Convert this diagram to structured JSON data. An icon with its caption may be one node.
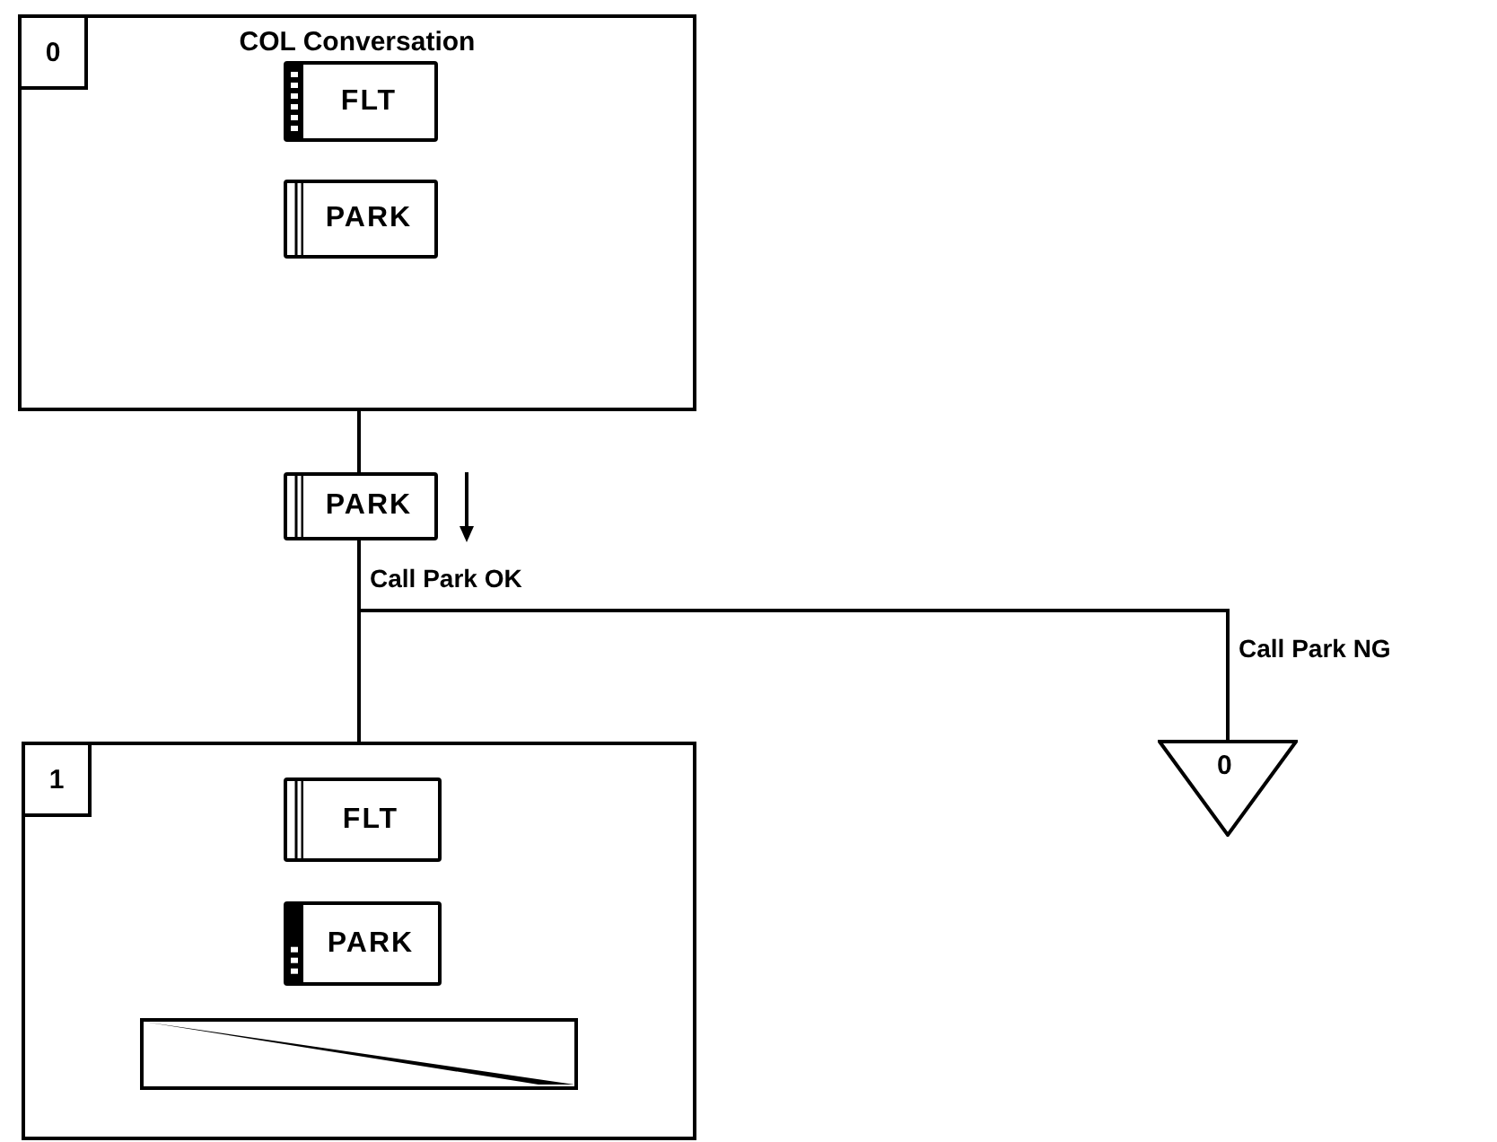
{
  "diagram": {
    "nodes": [
      {
        "text": [
          "0",
          "COL Conversation"
        ]
      },
      {
        "text": [
          "FLT"
        ],
        "in": 0
      },
      {
        "text": [
          "PARK"
        ],
        "in": 0
      },
      {
        "text": [
          "PARK"
        ]
      },
      {
        "text": [
          "1"
        ]
      },
      {
        "text": [
          "FLT"
        ],
        "in": 4
      },
      {
        "text": [
          "PARK"
        ],
        "in": 4
      },
      {
        "text": [],
        "shape": "bar",
        "in": 4
      },
      {
        "text": [
          "0"
        ]
      }
    ],
    "edges": [
      {
        "from": 0,
        "to": 3,
        "arrow": "none"
      },
      {
        "from": 3,
        "to": 4,
        "arrow": "none",
        "label": "Call Park OK"
      },
      {
        "from": 3,
        "to": 8,
        "arrow": "none",
        "label": "Call Park NG"
      }
    ]
  }
}
